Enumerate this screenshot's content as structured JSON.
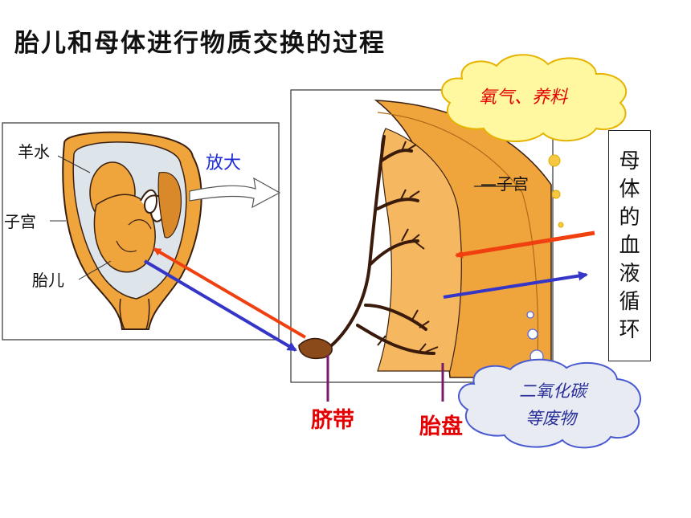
{
  "title": "胎儿和母体进行物质交换的过程",
  "left_panel": {
    "amniotic_fluid": "羊水",
    "uterus": "子宫",
    "fetus": "胎儿"
  },
  "magnify_label": "放大",
  "right_panel": {
    "uterus": "—子宫"
  },
  "cloud_top": {
    "text": "氧气、养料",
    "color": "#e40000"
  },
  "cloud_bottom": {
    "line1": "二氧化碳",
    "line2": "等废物",
    "color": "#2a2f9a"
  },
  "maternal_circulation": [
    "母",
    "体",
    "的",
    "血",
    "液",
    "循",
    "环"
  ],
  "bottom_labels": {
    "umbilical_cord": "脐带",
    "placenta": "胎盘"
  },
  "colors": {
    "tissue": "#f0a43c",
    "tissue_dark": "#d9882a",
    "outline": "#3a2010",
    "red_arrow": "#f04010",
    "blue_arrow": "#3535c8",
    "purple_pointer": "#7a1a6a",
    "bubble": "#f5c842"
  }
}
